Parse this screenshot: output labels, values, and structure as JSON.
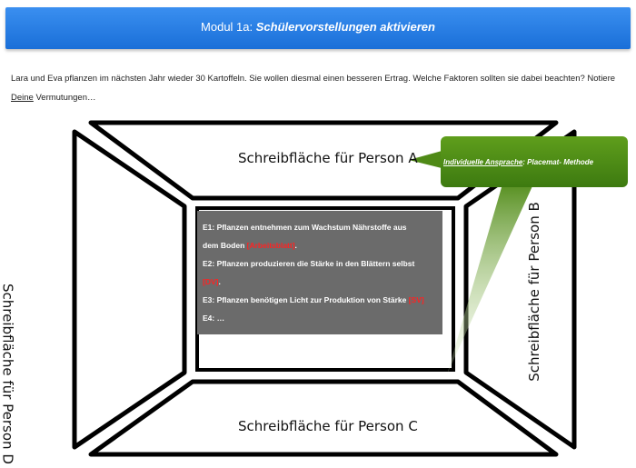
{
  "banner": {
    "prefix": "Modul 1a: ",
    "emphasis": "Schülervorstellungen aktivieren"
  },
  "intro": {
    "text": "Lara und Eva pflanzen im nächsten Jahr wieder 30 Kartoffeln. Sie wollen diesmal einen besseren Ertrag. Welche Faktoren sollten sie dabei beachten? Notiere ",
    "link": "Deine",
    "suffix": " Vermutungen…"
  },
  "placemat": {
    "person_a": "Schreibfläche für Person A",
    "person_b": "Schreibfläche für Person B",
    "person_c": "Schreibfläche für Person C",
    "person_d": "Schreibfläche für Person D"
  },
  "center": {
    "e1_text_1": "E1: Pflanzen entnehmen zum Wachstum Nährstoffe aus",
    "e1_text_2": "dem Boden ",
    "e1_ref": "[Arbeitsblatt]",
    "e1_end": ".",
    "e2_text": "E2: Pflanzen produzieren die Stärke in den Blättern selbst",
    "e2_ref": "[DV]",
    "e2_end": ".",
    "e3_text": "E3: Pflanzen benötigen Licht zur Produktion von Stärke ",
    "e3_ref": "[SV]",
    "e4_text": "E4: …"
  },
  "callout": {
    "ref": "Individuelle Ansprache",
    "sep": ": ",
    "text": "Placemat- Methode"
  },
  "colors": {
    "banner_blue": "#1a6fd8",
    "center_gray": "#6b6b6b",
    "ref_red": "#ff2222",
    "callout_green": "#4f8a16"
  }
}
